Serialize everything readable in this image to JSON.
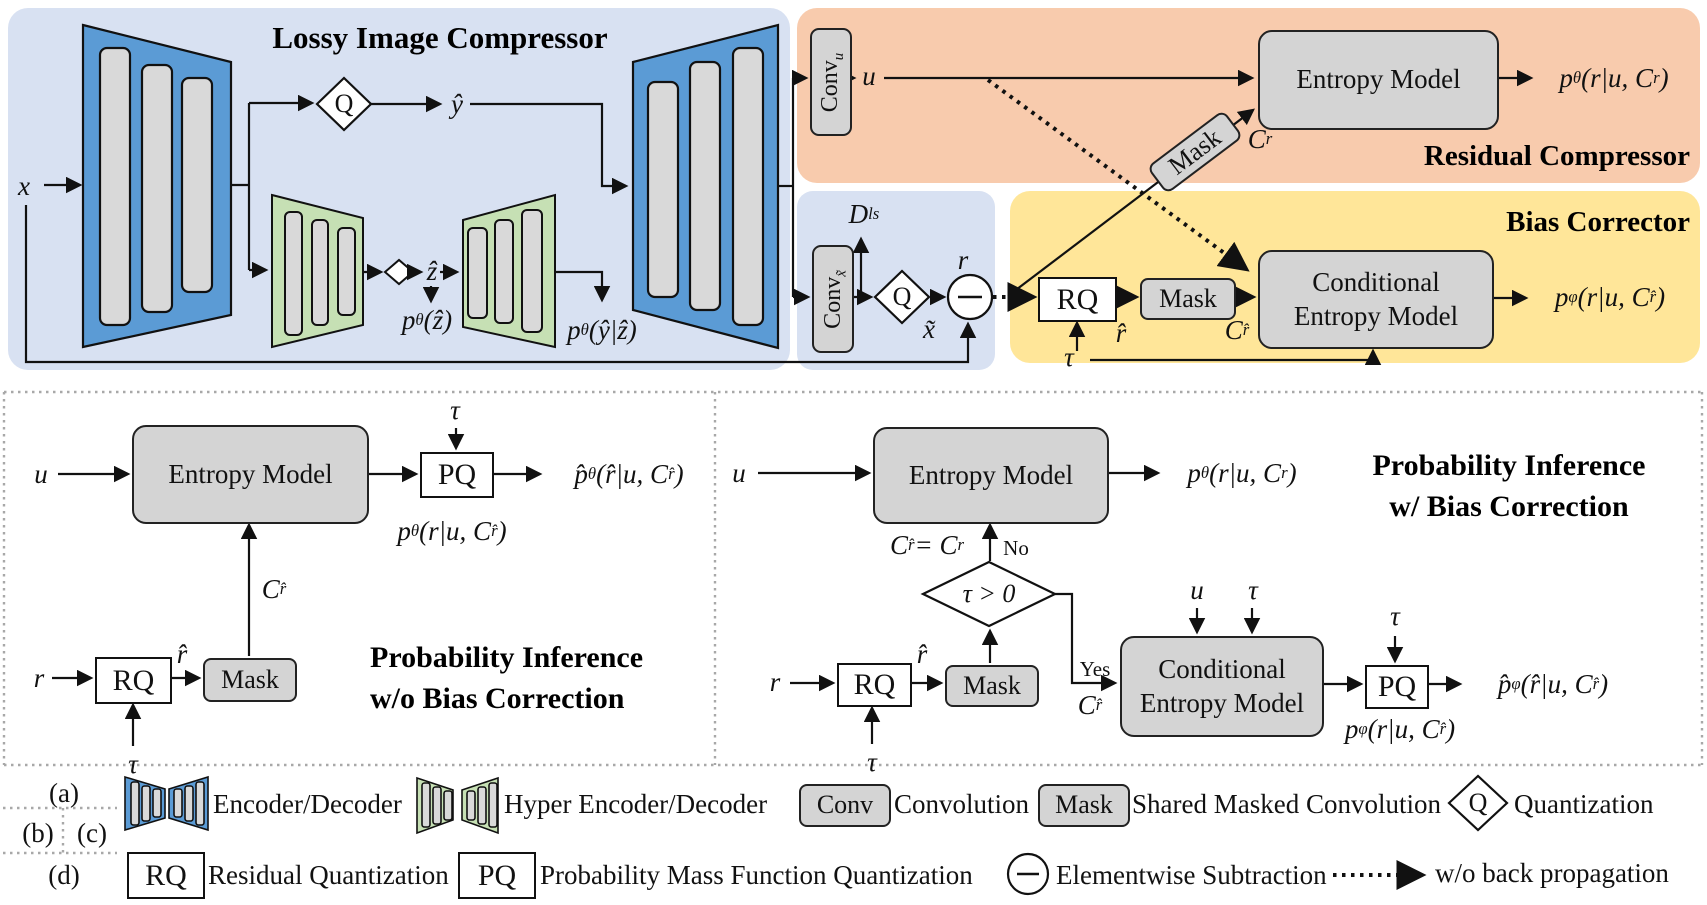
{
  "figure_titles": {
    "lossy": "Lossy Image Compressor",
    "residual": "Residual Compressor",
    "bias": "Bias Corrector",
    "prob_inference": "Probability Inference",
    "wo_bias": "w/o Bias Correction",
    "w_bias": "w/ Bias Correction"
  },
  "terms": {
    "x": "x",
    "y_hat": "ŷ",
    "z_hat": "ẑ",
    "x_tilde": "x̃",
    "r": "r",
    "u": "u",
    "tau": "τ",
    "r_hat": "r̂",
    "q": "Q",
    "rq": "RQ",
    "pq": "PQ",
    "mask": "Mask",
    "entropy_model": "Entropy Model",
    "conditional": "Conditional",
    "conv_u": "Conv_{u}",
    "conv_x": "Conv_{x̃}",
    "c_r": "C_{r}",
    "c_r_hat": "C_{r̂}",
    "d_ls": "D_{ls}",
    "yes": "Yes",
    "no": "No",
    "tau_gt_0": "τ > 0",
    "assign": "C_{r̂} = C_{r}"
  },
  "formulas": {
    "p_z": "p_{θ}(ẑ)",
    "p_y_given_z": "p_{θ}(ŷ|ẑ)",
    "p_theta_r_u_cr": "p_{θ}(r|u, C_{r})",
    "p_phi_r_u_crhat": "p_{φ}(r|u, C_{r̂})",
    "p_theta_r_u_crhat": "p_{θ}(r|u, C_{r̂})",
    "p_hat_theta": "p̂_{θ}(r̂|u, C_{r̂})",
    "p_hat_phi": "p̂_{φ}(r̂|u, C_{r̂})"
  },
  "legend": {
    "a": "(a)",
    "b": "(b)",
    "c": "(c)",
    "d": "(d)",
    "encoder_decoder": "Encoder/Decoder",
    "hyper_encoder_decoder": "Hyper Encoder/Decoder",
    "conv": "Conv",
    "convolution": "Convolution",
    "shared_masked_convolution": "Shared Masked Convolution",
    "quantization": "Quantization",
    "residual_quantization": "Residual Quantization",
    "pmf_quantization": "Probability Mass Function Quantization",
    "elementwise_subtraction": "Elementwise Subtraction",
    "wo_back_propagation": "w/o back propagation"
  },
  "colors": {
    "region_blue": "#D8E1F2",
    "region_orange": "#F8CBAD",
    "region_yellow": "#FFE699",
    "encoder_blue": "#5B9BD5",
    "hyper_green": "#C6E0B4",
    "bar_gray": "#D9D9D9",
    "box_gray": "#D4D4D4"
  }
}
